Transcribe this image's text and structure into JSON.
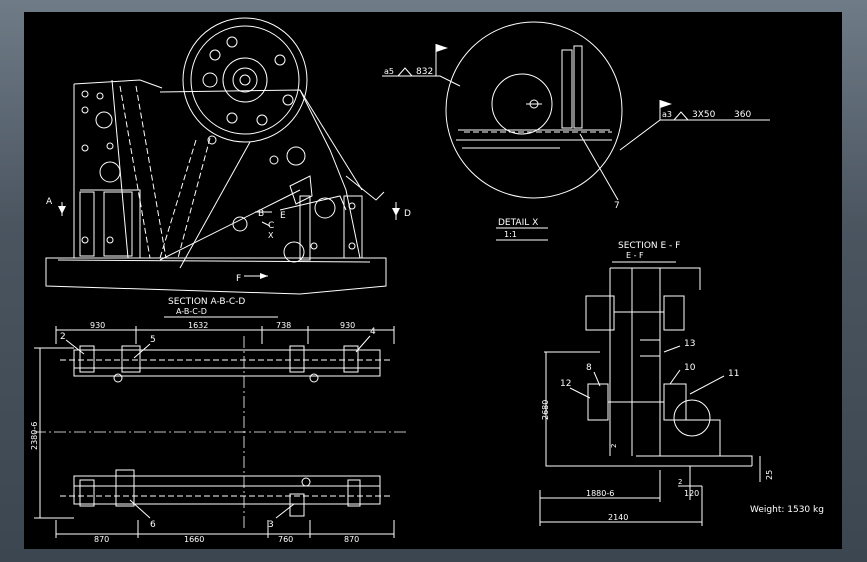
{
  "drawing": {
    "section_abcd": {
      "title": "SECTION  A-B-C-D",
      "subtitle": "A-B-C-D"
    },
    "section_ef": {
      "title": "SECTION  E - F",
      "subtitle": "E - F"
    },
    "detail": {
      "title": "DETAIL  X",
      "subtitle": "1:1"
    },
    "weight": "Weight:  1530  kg",
    "cut_marks": {
      "a": "A",
      "b": "B",
      "c": "C",
      "d": "D",
      "e": "E",
      "f": "F",
      "x": "X"
    },
    "weld_symbols": {
      "left": {
        "size": "a5",
        "length": "832"
      },
      "right": {
        "size": "a3",
        "pattern": "3X50",
        "length": "360"
      }
    },
    "dims_top_row": [
      "930",
      "1632",
      "738",
      "930"
    ],
    "dims_bottom_row": [
      "870",
      "1660",
      "760",
      "870"
    ],
    "dim_vertical_left": "2380-6",
    "dim_vertical_ef": "2680",
    "dims_ef_bottom": {
      "a": "1880-6",
      "b": "2140",
      "c": "120",
      "d": "2",
      "e": "25",
      "f": "2"
    },
    "part_callouts_plan": [
      "2",
      "5",
      "4",
      "6",
      "3"
    ],
    "part_callouts_ef": [
      "13",
      "8",
      "10",
      "11",
      "12"
    ],
    "part_callout_detail": "7"
  }
}
